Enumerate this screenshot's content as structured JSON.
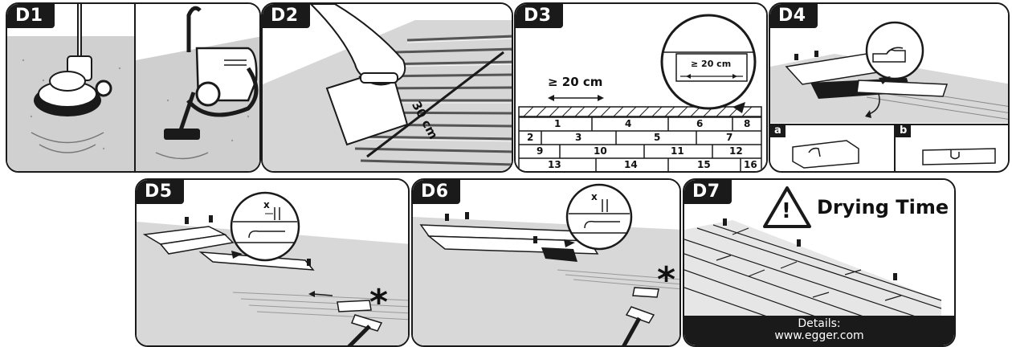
{
  "panels": {
    "d1": {
      "tag": "D1"
    },
    "d2": {
      "tag": "D2",
      "measure": "30 cm"
    },
    "d3": {
      "tag": "D3",
      "offset_label": "≥ 20 cm",
      "zoom_label": "≥ 20 cm",
      "rows": [
        [
          "1",
          "4",
          "6",
          "8"
        ],
        [
          "2",
          "3",
          "5",
          "7"
        ],
        [
          "9",
          "10",
          "11",
          "12"
        ],
        [
          "13",
          "14",
          "15",
          "16"
        ]
      ]
    },
    "d4": {
      "tag": "D4",
      "sub_a": "a",
      "sub_b": "b"
    },
    "d5": {
      "tag": "D5",
      "gap": "x",
      "star": "*"
    },
    "d6": {
      "tag": "D6",
      "gap": "x",
      "star": "*"
    },
    "d7": {
      "tag": "D7",
      "warning_symbol": "!",
      "title": "Drying Time",
      "footer_line1": "Details:",
      "footer_line2": "www.egger.com"
    }
  },
  "colors": {
    "ink": "#1a1a1a",
    "floor": "#d9d9d9",
    "floor_dark": "#bdbdbd",
    "light": "#f2f2f2"
  }
}
